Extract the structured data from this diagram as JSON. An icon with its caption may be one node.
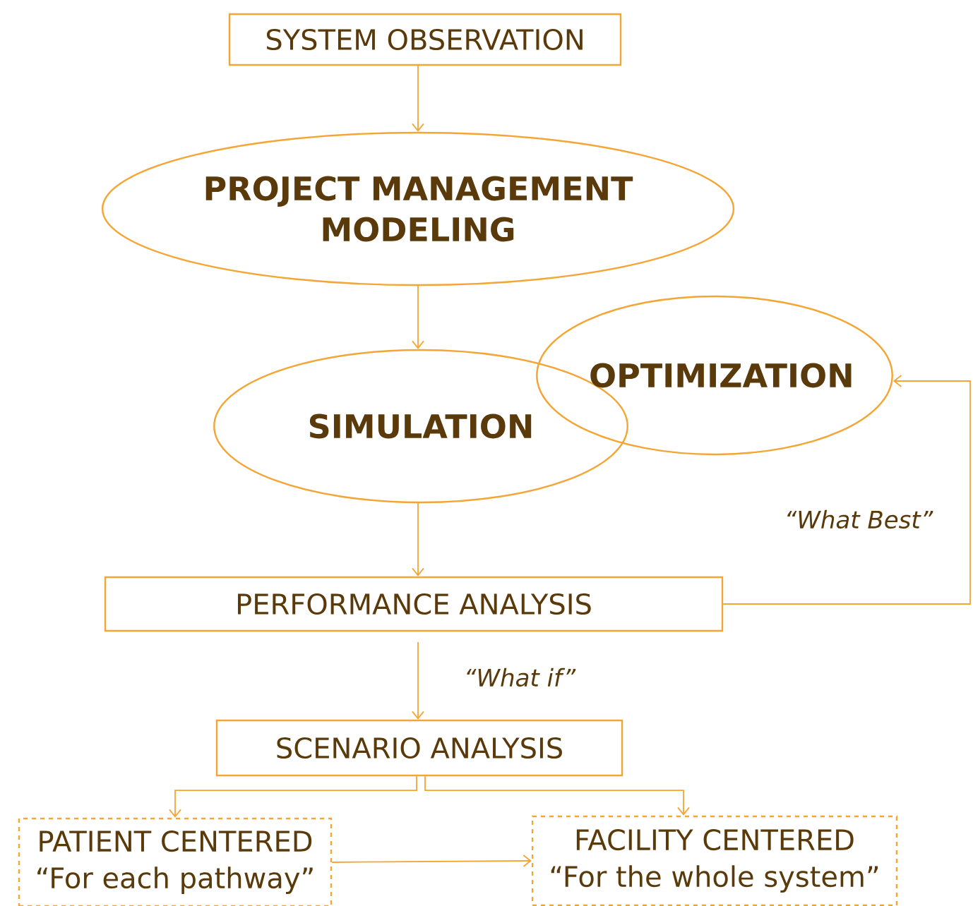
{
  "diagram": {
    "nodes": [
      {
        "text": [
          "SYSTEM OBSERVATION"
        ]
      },
      {
        "text": [
          "PROJECT MANAGEMENT MODELING"
        ]
      },
      {
        "text": [
          "SIMULATION"
        ]
      },
      {
        "text": [
          "OPTIMIZATION"
        ]
      },
      {
        "text": [
          "PERFORMANCE ANALYSIS"
        ]
      },
      {
        "text": [
          "SCENARIO ANALYSIS"
        ]
      },
      {
        "text": [
          "PATIENT CENTERED",
          "“For each pathway”"
        ]
      },
      {
        "text": [
          "FACILITY CENTERED",
          "“For the whole system”"
        ]
      }
    ],
    "edges": [
      {
        "from": 0,
        "to": 1,
        "arrow": "to"
      },
      {
        "from": 1,
        "to": 2,
        "arrow": "to"
      },
      {
        "from": 2,
        "to": 4,
        "arrow": "to"
      },
      {
        "from": 4,
        "to": 5,
        "arrow": "to",
        "label": "“What if”"
      },
      {
        "from": 5,
        "to": 6,
        "arrow": "to"
      },
      {
        "from": 5,
        "to": 7,
        "arrow": "to"
      },
      {
        "from": 6,
        "to": 7,
        "arrow": "to"
      },
      {
        "from": 4,
        "to": 3,
        "arrow": "to",
        "label": "“What Best”"
      }
    ]
  }
}
